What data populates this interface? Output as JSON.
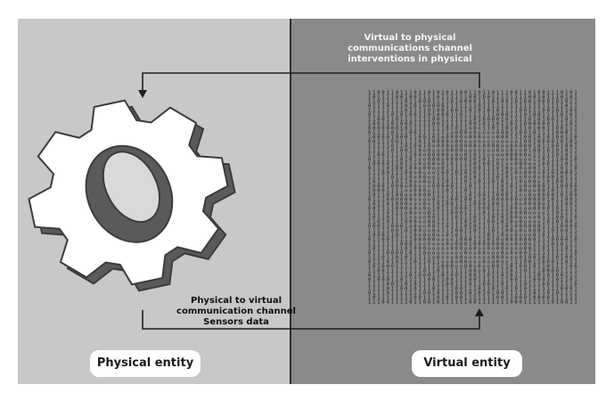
{
  "panels": {
    "physical": {
      "label": "Physical entity",
      "background": "#c8c8c8"
    },
    "virtual": {
      "label": "Virtual entity",
      "background": "#8a8a8a"
    }
  },
  "channels": {
    "virtual_to_physical": [
      "Virtual to physical",
      "communications channel",
      "interventions in physical"
    ],
    "physical_to_virtual": [
      "Physical to virtual",
      "communication channel",
      "Sensors data"
    ]
  },
  "icons": {
    "gear": "gear-icon",
    "binary": "binary-matrix-icon"
  },
  "colors": {
    "gear_body": "#ffffff",
    "gear_shade": "#5a5a5a",
    "gear_outline": "#3c3c3c",
    "arrow": "#1e1e1e",
    "binary_digits": "#151515"
  }
}
